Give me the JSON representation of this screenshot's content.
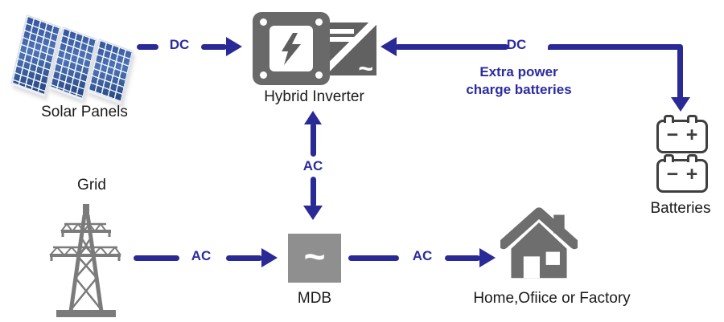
{
  "diagram": {
    "colors": {
      "arrow_blue": "#2a2a96",
      "wire_label_blue": "#2b2ba0",
      "icon_gray": "#696969",
      "mdb_gray": "#8f8f8f",
      "battery_outline": "#3f3f3f",
      "panel_blue": "#31539a"
    },
    "nodes": {
      "solar_panels": {
        "label": "Solar Panels"
      },
      "hybrid_inverter": {
        "label": "Hybrid Inverter",
        "ac_symbol": "~"
      },
      "batteries": {
        "label": "Batteries",
        "minus": "−",
        "plus": "+"
      },
      "grid": {
        "label": "Grid"
      },
      "mdb": {
        "label": "MDB",
        "symbol": "~"
      },
      "home": {
        "label": "Home,Ofiice or Factory"
      }
    },
    "links": {
      "solar_to_inverter": {
        "label": "DC"
      },
      "batteries_to_inverter": {
        "label": "DC",
        "note_line1": "Extra power",
        "note_line2": "charge batteries"
      },
      "inverter_mdb": {
        "label": "AC"
      },
      "grid_to_mdb": {
        "label": "AC"
      },
      "mdb_to_home": {
        "label": "AC"
      }
    }
  }
}
